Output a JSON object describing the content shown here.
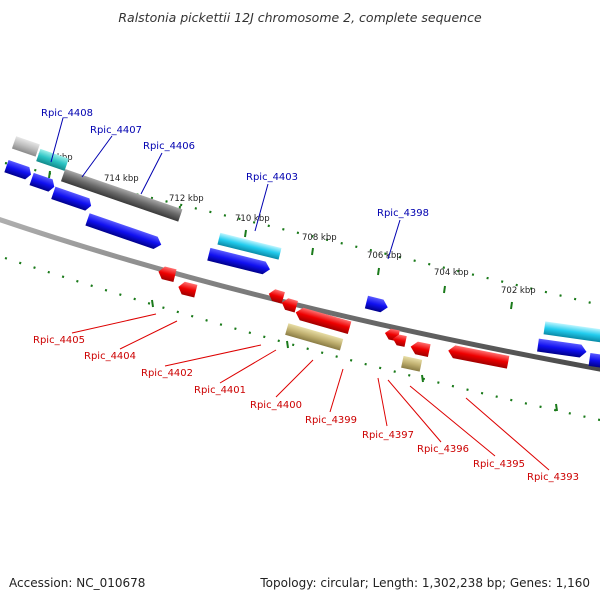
{
  "title": "Ralstonia pickettii 12J chromosome 2, complete sequence",
  "footer": {
    "accession": "Accession: NC_010678",
    "summary": "Topology: circular; Length: 1,302,238 bp; Genes: 1,160"
  },
  "colors": {
    "forward_label": "#0000b0",
    "reverse_label": "#cc0000",
    "backbone": "#7a7a7a",
    "tick": "#1a7a1a"
  },
  "ticks": [
    {
      "label": "716 kbp"
    },
    {
      "label": "714 kbp"
    },
    {
      "label": "712 kbp"
    },
    {
      "label": "710 kbp"
    },
    {
      "label": "708 kbp"
    },
    {
      "label": "706 kbp"
    },
    {
      "label": "704 kbp"
    },
    {
      "label": "702 kbp"
    }
  ],
  "forward_genes": [
    {
      "name": "Rpic_4408"
    },
    {
      "name": "Rpic_4407"
    },
    {
      "name": "Rpic_4406"
    },
    {
      "name": "Rpic_4403"
    },
    {
      "name": "Rpic_4398"
    }
  ],
  "reverse_genes": [
    {
      "name": "Rpic_4405"
    },
    {
      "name": "Rpic_4404"
    },
    {
      "name": "Rpic_4402"
    },
    {
      "name": "Rpic_4401"
    },
    {
      "name": "Rpic_4400"
    },
    {
      "name": "Rpic_4399"
    },
    {
      "name": "Rpic_4397"
    },
    {
      "name": "Rpic_4396"
    },
    {
      "name": "Rpic_4395"
    },
    {
      "name": "Rpic_4393"
    }
  ]
}
